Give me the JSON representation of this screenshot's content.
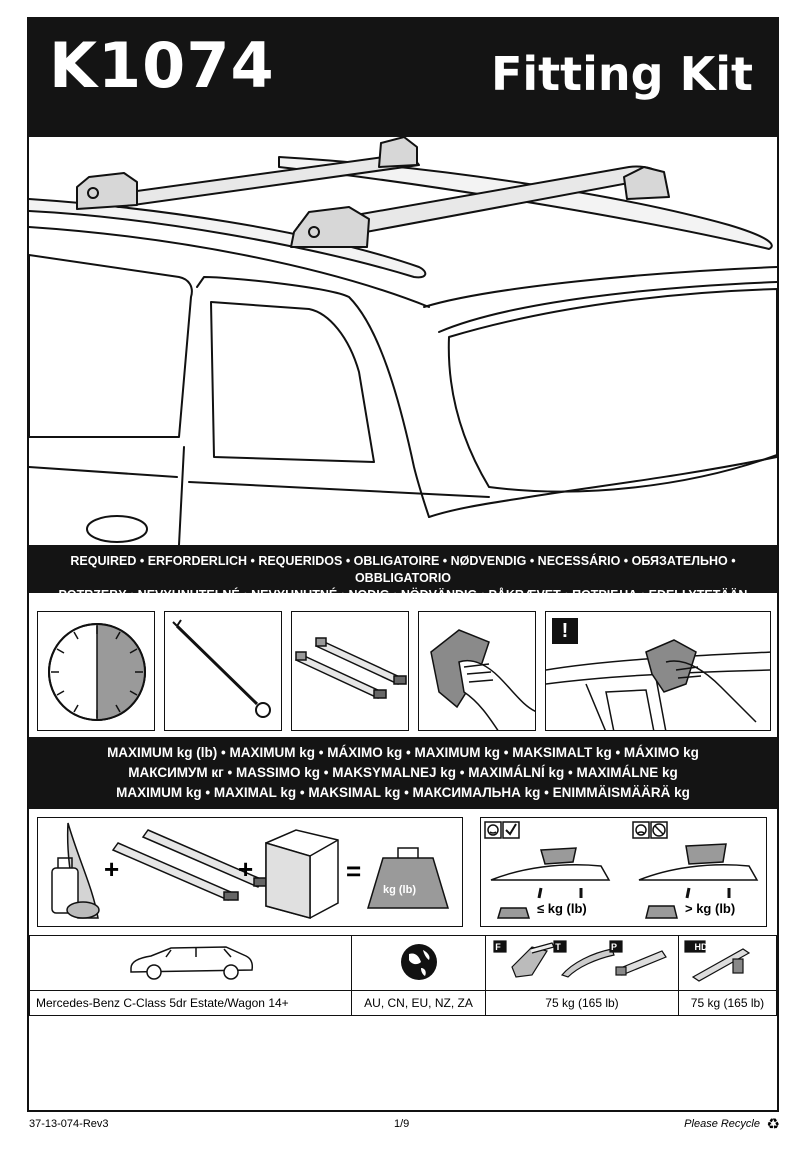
{
  "header": {
    "code": "K1074",
    "title": "Fitting Kit"
  },
  "required_band": {
    "line1": "REQUIRED • ERFORDERLICH • REQUERIDOS • OBLIGATOIRE • NØDVENDIG • NECESSÁRIO • ОБЯЗАТЕЛЬНО • OBBLIGATORIO",
    "line2": "POTRZEBY • NEVYHNUTELNÉ • NEVYHNUTNÉ • NODIG • NÖDVÄNDIG • PÅKRÆVET • ПОТРІБНА • EDELLYTETÄÄN"
  },
  "required_items": [
    "clock-icon",
    "tool-key-icon",
    "roof-bars-icon",
    "cleaning-cloth-icon",
    "warning-clean-roof-icon"
  ],
  "warning_mark": "!",
  "max_band": {
    "line1": "MAXIMUM kg (lb) • MAXIMUM kg • MÁXIMO kg • MAXIMUM kg • MAKSIMALT kg • MÁXIMO kg",
    "line2": "МАКСИМУМ кг • MASSIMO kg • MAKSYMALNEJ kg • MAXIMÁLNÍ kg • MAXIMÁLNE kg",
    "line3": "MAXIMUM kg • MAXIMAL kg • MAKSIMAL kg • МАКСИМАЛЬНА kg • ENIMMÄISMÄÄRÄ kg"
  },
  "capacity": {
    "plus": "+",
    "equals": "=",
    "weight_label": "kg (lb)",
    "ok_label": "≤ kg (lb)",
    "bad_label": "> kg (lb)"
  },
  "table": {
    "vehicle": "Mercedes-Benz C-Class 5dr Estate/Wagon 14+",
    "markets": "AU, CN, EU, NZ, ZA",
    "load_fitp": "75 kg (165 lb)",
    "load_hd": "75 kg (165 lb)",
    "badges": [
      "F",
      "T",
      "P",
      "HD"
    ]
  },
  "footer": {
    "doc_id": "37-13-074-Rev3",
    "page": "1/9",
    "recycle": "Please Recycle"
  }
}
